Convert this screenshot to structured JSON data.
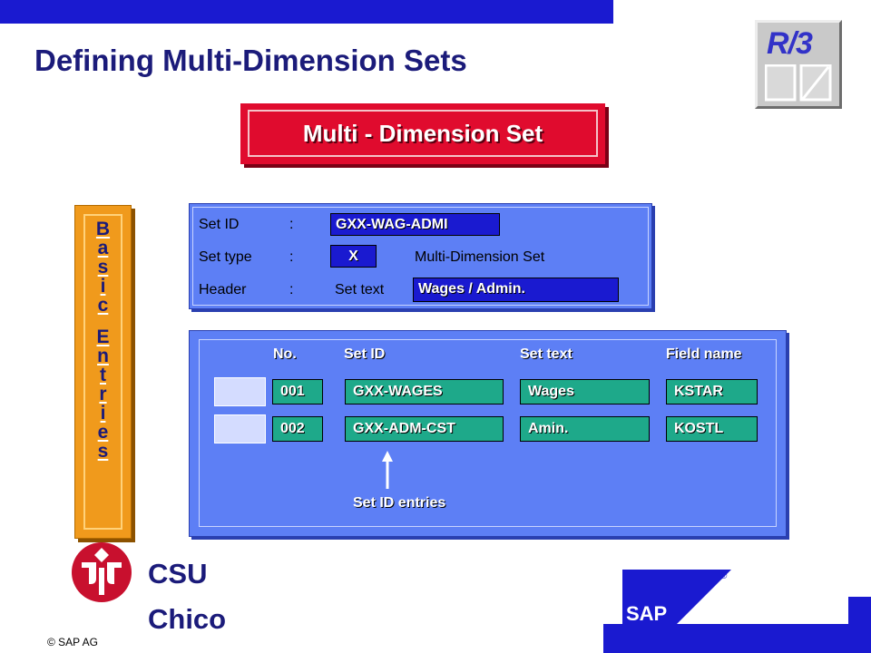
{
  "slide": {
    "title": "Defining Multi-Dimension Sets",
    "banner": "Multi - Dimension Set",
    "r3_logo": "R/3",
    "side_tab": {
      "word1": [
        "B",
        "a",
        "s",
        "i",
        "c"
      ],
      "word2": [
        "E",
        "n",
        "t",
        "r",
        "i",
        "e",
        "s"
      ]
    }
  },
  "header_panel": {
    "set_id_label": "Set ID",
    "set_id_colon": ":",
    "set_id_value": "GXX-WAG-ADMI",
    "set_type_label": "Set type",
    "set_type_colon": ":",
    "set_type_value": "X",
    "set_type_desc": "Multi-Dimension Set",
    "header_label": "Header",
    "header_colon": ":",
    "set_text_label": "Set text",
    "set_text_value": "Wages / Admin."
  },
  "entries_panel": {
    "columns": [
      "No.",
      "Set ID",
      "Set text",
      "Field name"
    ],
    "rows": [
      {
        "no": "001",
        "set_id": "GXX-WAGES",
        "set_text": "Wages",
        "field_name": "KSTAR"
      },
      {
        "no": "002",
        "set_id": "GXX-ADM-CST",
        "set_text": "Amin.",
        "field_name": "KOSTL"
      }
    ],
    "annotation": "Set ID entries"
  },
  "footer": {
    "org_line1": "CSU",
    "org_line2": "Chico",
    "copyright": "© SAP AG",
    "sap_logo": "SAP",
    "registered": "®"
  },
  "colors": {
    "brand_blue": "#1a1ad0",
    "title_navy": "#1b1b7a",
    "banner_red": "#e00b2e",
    "side_orange": "#f09a1c",
    "panel_blue": "#5d7ff5",
    "cell_green": "#1ea98a",
    "logo_red": "#c8102e"
  }
}
